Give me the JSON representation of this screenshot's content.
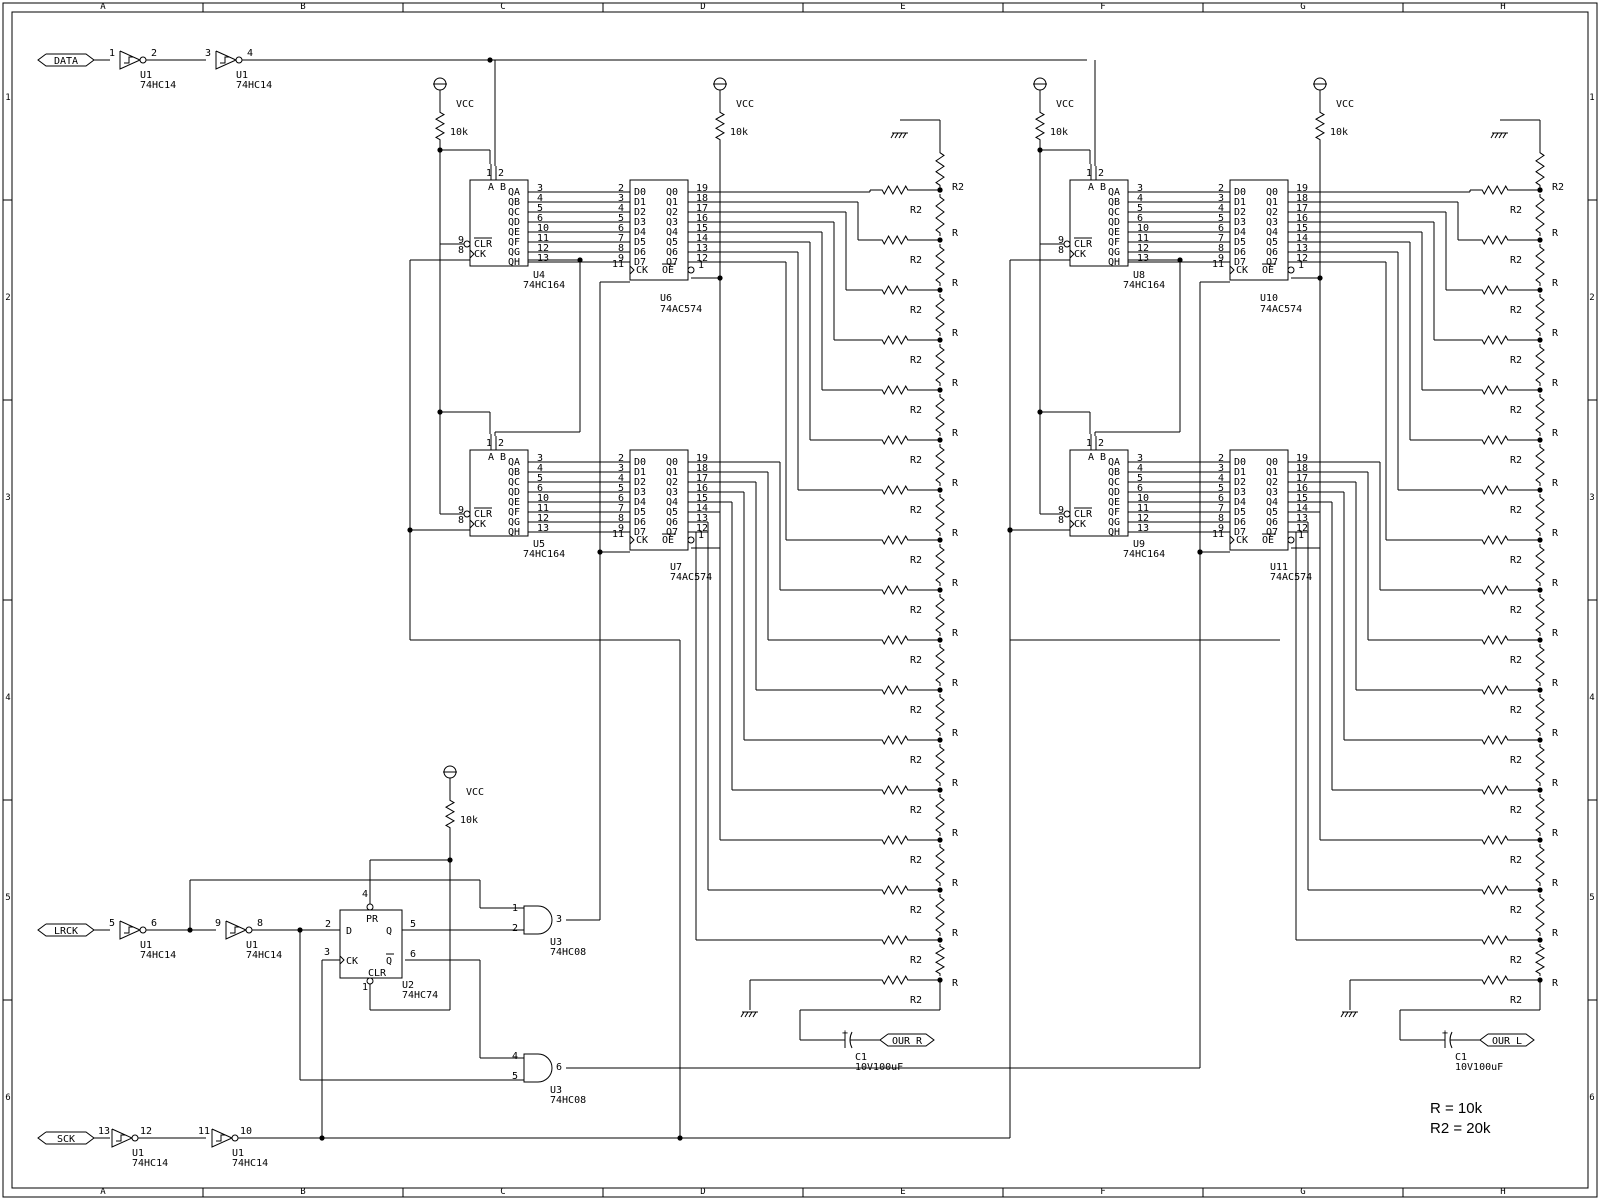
{
  "zones": {
    "columns": [
      "A",
      "B",
      "C",
      "D",
      "E",
      "F",
      "G",
      "H"
    ],
    "rows": [
      "1",
      "2",
      "3",
      "4",
      "5",
      "6"
    ]
  },
  "ports": {
    "data": "DATA",
    "lrck": "LRCK",
    "sck": "SCK",
    "out_r": "OUR_R",
    "out_l": "OUR_L"
  },
  "parts": {
    "hc14": "74HC14",
    "hc164": "74HC164",
    "ac574": "74AC574",
    "hc74": "74HC74",
    "hc08": "74HC08"
  },
  "refs": {
    "U1": "U1",
    "U2": "U2",
    "U3": "U3",
    "U4": "U4",
    "U5": "U5",
    "U6": "U6",
    "U7": "U7",
    "U8": "U8",
    "U9": "U9",
    "U10": "U10",
    "U11": "U11",
    "C1": "C1"
  },
  "power": {
    "vcc": "VCC",
    "pullup": "10k"
  },
  "resistors": {
    "r": "R",
    "r2": "R2"
  },
  "capacitor": {
    "value": "10V100uF"
  },
  "pins": {
    "sr_in": [
      "QA",
      "QB",
      "QC",
      "QD",
      "QE",
      "QF",
      "QG",
      "QH"
    ],
    "sr_nums": [
      "3",
      "4",
      "5",
      "6",
      "10",
      "11",
      "12",
      "13"
    ],
    "sr_clr": "CLR",
    "sr_ck": "CK",
    "sr_ab": "A B",
    "latch_d": [
      "D0",
      "D1",
      "D2",
      "D3",
      "D4",
      "D5",
      "D6",
      "D7"
    ],
    "latch_dn": [
      "2",
      "3",
      "4",
      "5",
      "6",
      "7",
      "8",
      "9"
    ],
    "latch_q": [
      "Q0",
      "Q1",
      "Q2",
      "Q3",
      "Q4",
      "Q5",
      "Q6",
      "Q7"
    ],
    "latch_qn": [
      "19",
      "18",
      "17",
      "16",
      "15",
      "14",
      "13",
      "12"
    ],
    "latch_ck": "CK",
    "latch_oe": "OE",
    "ff_d": "D",
    "ff_ck": "CK",
    "ff_q": "Q",
    "ff_qn": "Q",
    "ff_pr": "PR",
    "ff_clr": "CLR"
  },
  "legend": {
    "line1": "R  = 10k",
    "line2": "R2 = 20k"
  }
}
